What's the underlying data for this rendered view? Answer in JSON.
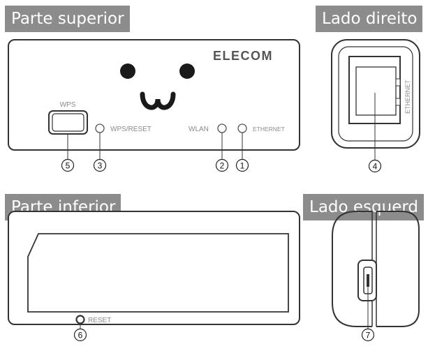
{
  "headers": {
    "top": "Parte superior",
    "right": "Lado direito",
    "bottom": "Parte inferior",
    "left": "Lado esquerd"
  },
  "device": {
    "brand": "ELECOM",
    "face_mouth": "ω"
  },
  "labels": {
    "wps": "WPS",
    "wps_reset": "WPS/RESET",
    "wlan": "WLAN",
    "ethernet_led": "ETHERNET",
    "ethernet_port": "ETHERNET",
    "reset": "RESET"
  },
  "callouts": {
    "c1": "1",
    "c2": "2",
    "c3": "3",
    "c4": "4",
    "c5": "5",
    "c6": "6",
    "c7": "7"
  },
  "colors": {
    "header_bg": "#8c8c8c",
    "outline": "#333333",
    "label_gray": "#8a8a8a"
  }
}
